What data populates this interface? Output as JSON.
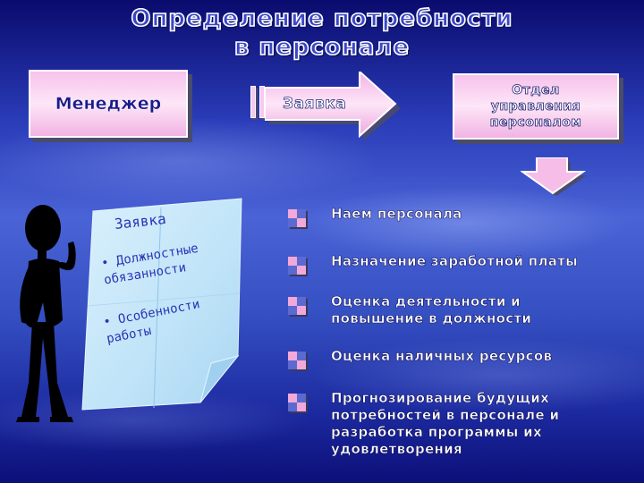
{
  "title": {
    "line1": "Определение потребности",
    "line2": "в персонале"
  },
  "manager_box": {
    "label": "Менеджер"
  },
  "request_arrow": {
    "label": "Заявка"
  },
  "department_box": {
    "line1": "Отдел",
    "line2": "управления",
    "line3": "персоналом"
  },
  "request_document": {
    "title": "Заявка",
    "bullet1_line1": "• Должностные",
    "bullet1_line2": "обязанности",
    "bullet2_line1": "• Особенности",
    "bullet2_line2": "работы"
  },
  "functions": [
    {
      "line1": "Наем персонала"
    },
    {
      "line1": "Назначение заработной платы"
    },
    {
      "line1": "Оценка деятельности и",
      "line2": "повышение в должности"
    },
    {
      "line1": "Оценка наличных ресурсов"
    },
    {
      "line1": "Прогнозирование будущих",
      "line2": "потребностей в персонале и",
      "line3": "разработка программы их",
      "line4": "удовлетворения"
    }
  ],
  "colors": {
    "box_fill": "#f7c2ec",
    "shadow": "#4b4b6a",
    "background_dark": "#0a0b6e",
    "background_light": "#4a63d6",
    "paper": "#bfe3f8",
    "document_text": "#2b35b5",
    "icon_pink": "#f2a8d8",
    "icon_blue": "#5a6ad0"
  },
  "icons": {
    "bullet": "checker-square-icon",
    "figure": "thinking-person-silhouette",
    "arrow_right": "arrow-right-icon",
    "arrow_down": "arrow-down-icon"
  }
}
